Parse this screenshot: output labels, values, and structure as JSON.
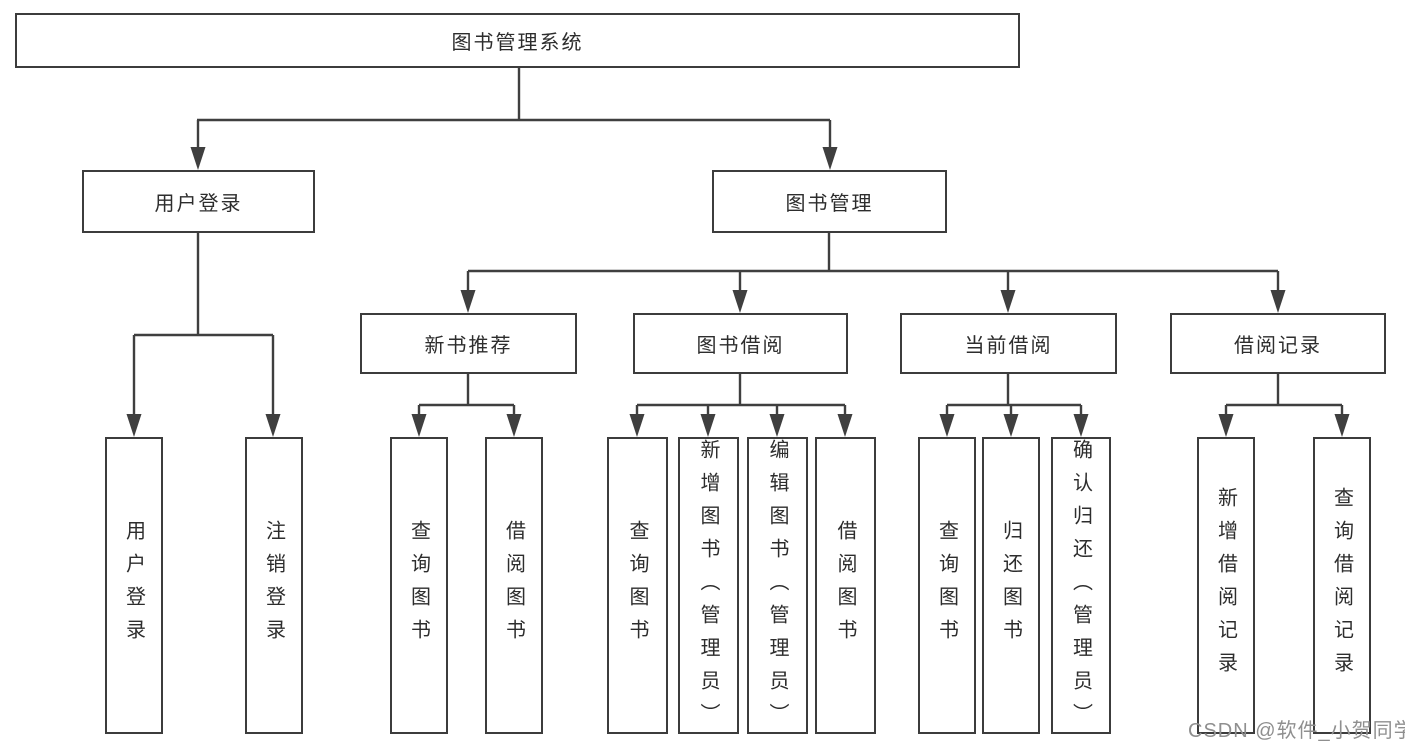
{
  "nodes": {
    "root": "图书管理系统",
    "level2": [
      "用户登录",
      "图书管理"
    ],
    "level3": [
      "新书推荐",
      "图书借阅",
      "当前借阅",
      "借阅记录"
    ],
    "leaves_user": [
      "用户登录",
      "注销登录"
    ],
    "leaves_recommend": [
      "查询图书",
      "借阅图书"
    ],
    "leaves_borrow": [
      "查询图书",
      "新增图书（管理员）",
      "编辑图书（管理员）",
      "借阅图书"
    ],
    "leaves_current": [
      "查询图书",
      "归还图书",
      "确认归还（管理员）"
    ],
    "leaves_records": [
      "新增借阅记录",
      "查询借阅记录"
    ]
  },
  "watermark": "CSDN @软件_小贺同学",
  "colors": {
    "line": "#3f3f3f",
    "border": "#3c3c3c",
    "text": "#2d2d2d",
    "background": "#ffffff",
    "watermark": "#8f8f8f"
  }
}
